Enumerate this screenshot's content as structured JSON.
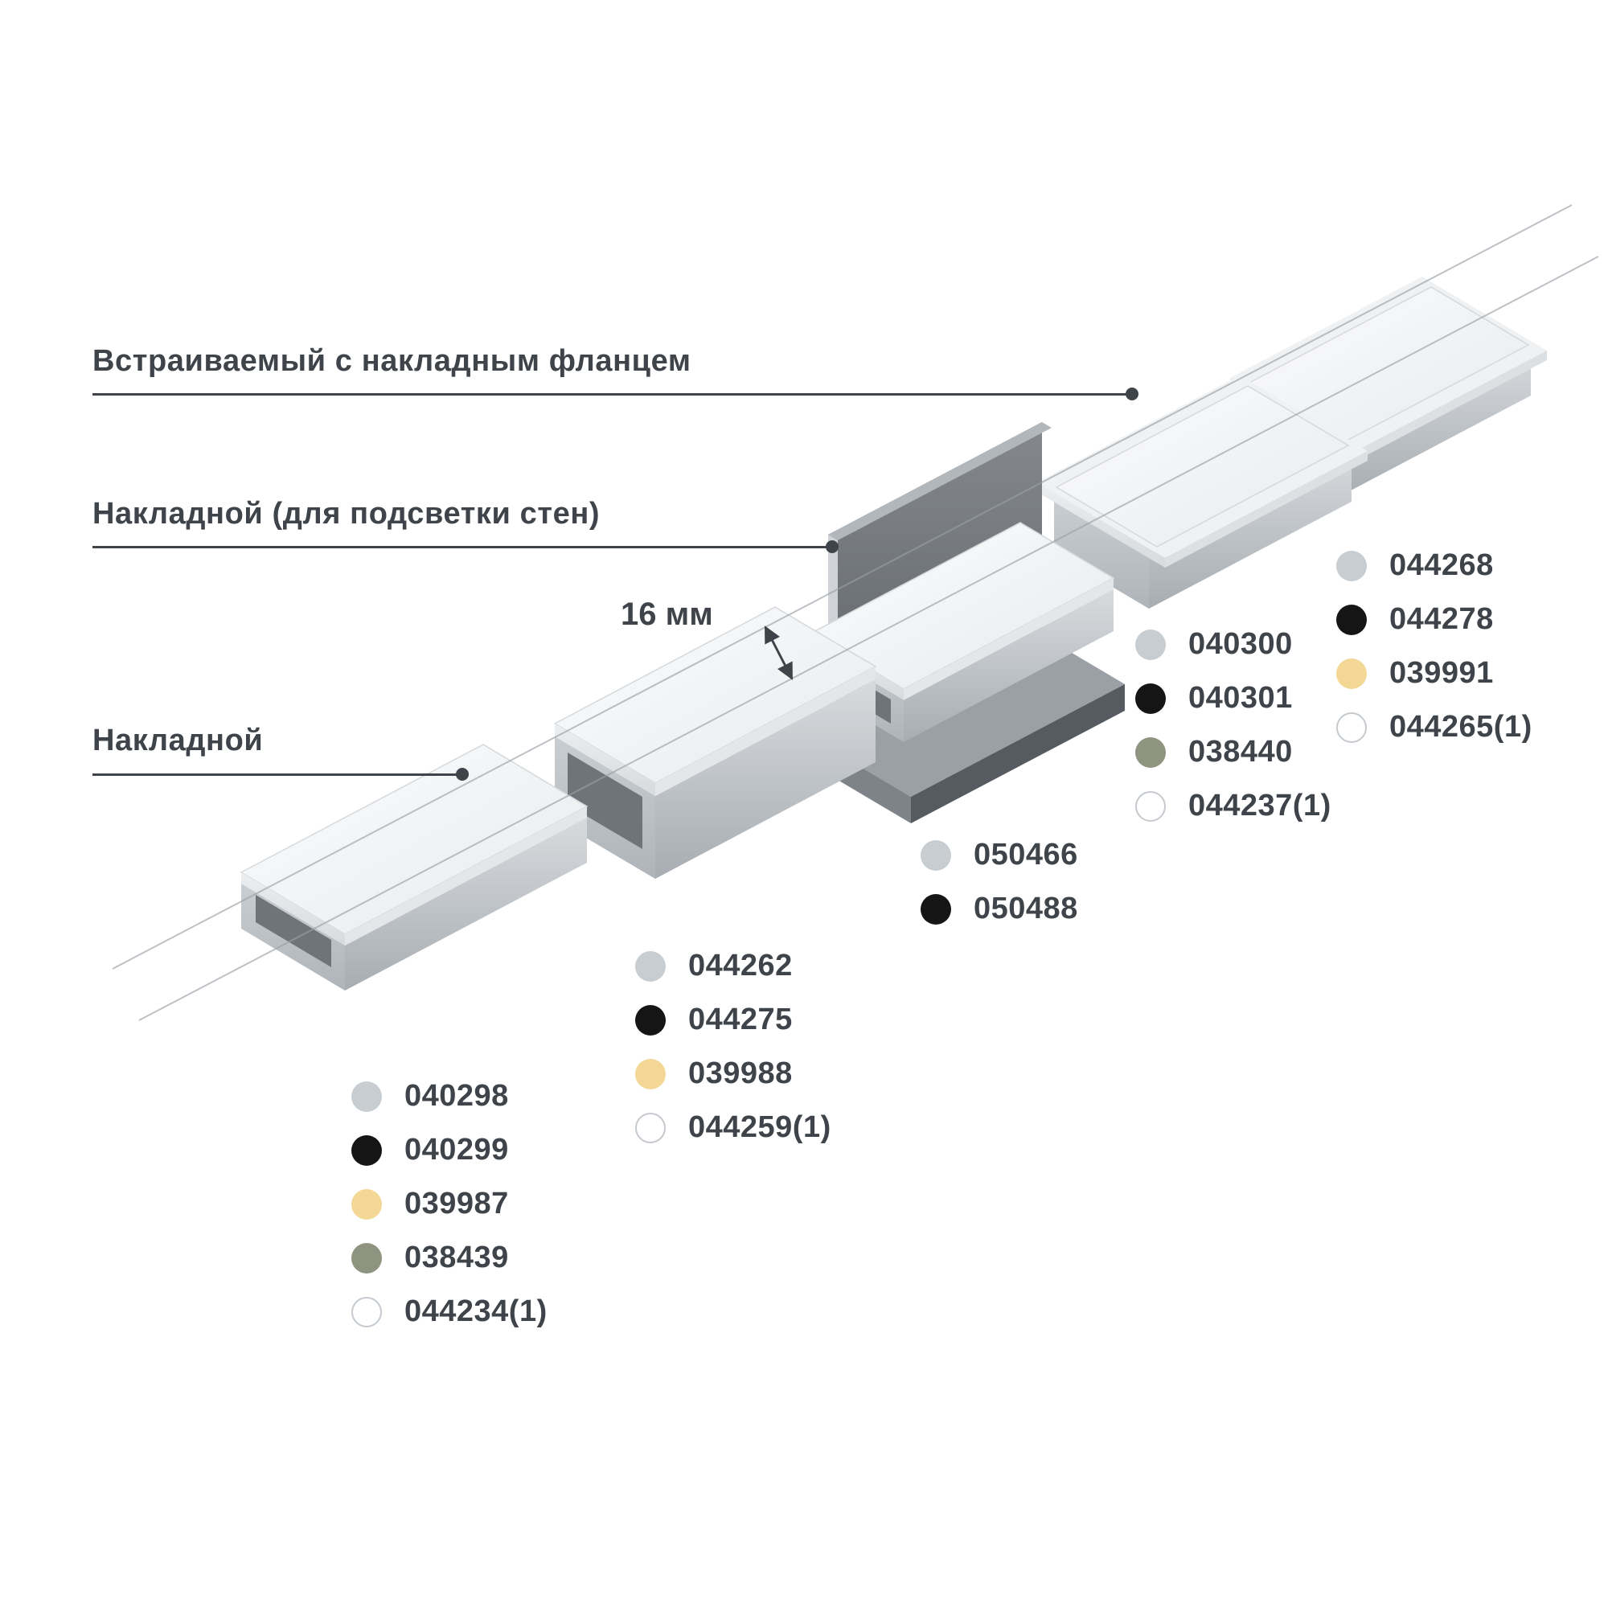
{
  "labels": {
    "recessed_flange": "Встраиваемый с накладным фланцем",
    "surface_wall": "Накладной (для подсветки стен)",
    "surface": "Накладной"
  },
  "dimension": {
    "width_label": "16 мм"
  },
  "colors": {
    "gray": "#c8cdd1",
    "black": "#151515",
    "yellow": "#f2d795",
    "olive": "#8e9480",
    "white": "#ffffff",
    "text": "#3e4449",
    "guide_line": "#9aa0a6"
  },
  "legend": {
    "groups": [
      {
        "items": [
          {
            "color": "gray",
            "code": "040298"
          },
          {
            "color": "black",
            "code": "040299"
          },
          {
            "color": "yellow",
            "code": "039987"
          },
          {
            "color": "olive",
            "code": "038439"
          },
          {
            "color": "white",
            "code": "044234(1)"
          }
        ]
      },
      {
        "items": [
          {
            "color": "gray",
            "code": "044262"
          },
          {
            "color": "black",
            "code": "044275"
          },
          {
            "color": "yellow",
            "code": "039988"
          },
          {
            "color": "white",
            "code": "044259(1)"
          }
        ]
      },
      {
        "items": [
          {
            "color": "gray",
            "code": "050466"
          },
          {
            "color": "black",
            "code": "050488"
          }
        ]
      },
      {
        "items": [
          {
            "color": "gray",
            "code": "040300"
          },
          {
            "color": "black",
            "code": "040301"
          },
          {
            "color": "olive",
            "code": "038440"
          },
          {
            "color": "white",
            "code": "044237(1)"
          }
        ]
      },
      {
        "items": [
          {
            "color": "gray",
            "code": "044268"
          },
          {
            "color": "black",
            "code": "044278"
          },
          {
            "color": "yellow",
            "code": "039991"
          },
          {
            "color": "white",
            "code": "044265(1)"
          }
        ]
      }
    ]
  }
}
